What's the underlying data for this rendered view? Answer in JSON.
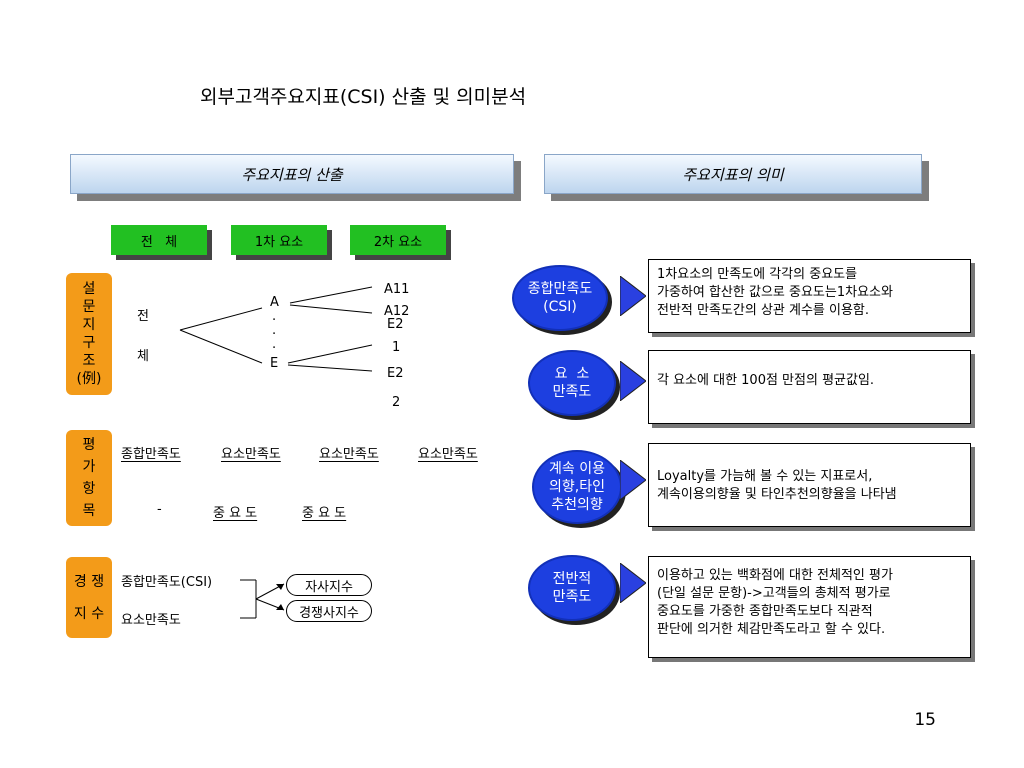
{
  "title": "외부고객주요지표(CSI) 산출 및 의미분석",
  "left_header": "주요지표의 산출",
  "right_header": "주요지표의 의미",
  "levels": [
    "전   체",
    "1차 요소",
    "2차 요소"
  ],
  "survey": {
    "label": "설\n문\n지\n구\n조\n(例)",
    "total_chars": [
      "전",
      "체"
    ],
    "first_level": [
      "A",
      "·",
      "·",
      "·",
      "E"
    ],
    "second_level": [
      "A11",
      "A12",
      "E2",
      "1",
      "E2",
      "2"
    ]
  },
  "evaluation": {
    "label": "평\n가\n항\n목",
    "row1": [
      "종합만족도",
      "요소만족도",
      "요소만족도",
      "요소만족도"
    ],
    "row2": [
      "-",
      "중 요 도",
      "중 요 도"
    ]
  },
  "competition": {
    "label": "경 쟁\n지 수",
    "items": [
      "종합만족도(CSI)",
      "요소만족도"
    ],
    "indices": [
      "자사지수",
      "경쟁사지수"
    ]
  },
  "meanings": [
    {
      "name": "종합만족도\n(CSI)",
      "desc": "1차요소의 만족도에 각각의 중요도를\n가중하여 합산한 값으로 중요도는1차요소와\n전반적 만족도간의 상관 계수를 이용함."
    },
    {
      "name": "요  소\n만족도",
      "desc": "각 요소에 대한 100점 만점의 평균값임."
    },
    {
      "name": "계속 이용\n의향,타인\n추천의향",
      "desc": "Loyalty를 가늠해 볼 수 있는 지표로서,\n계속이용의향율 및 타인추천의향율을 나타냄"
    },
    {
      "name": "전반적\n만족도",
      "desc": "이용하고 있는 백화점에 대한 전체적인 평가\n(단일 설문 문항)->고객들의 총체적 평가로\n중요도를 가중한 종합만족도보다 직관적\n판단에 의거한 체감만족도라고 할 수 있다."
    }
  ],
  "page_number": "15",
  "colors": {
    "green": "#22c022",
    "orange": "#f39b19",
    "blue": "#1d3fe0"
  }
}
